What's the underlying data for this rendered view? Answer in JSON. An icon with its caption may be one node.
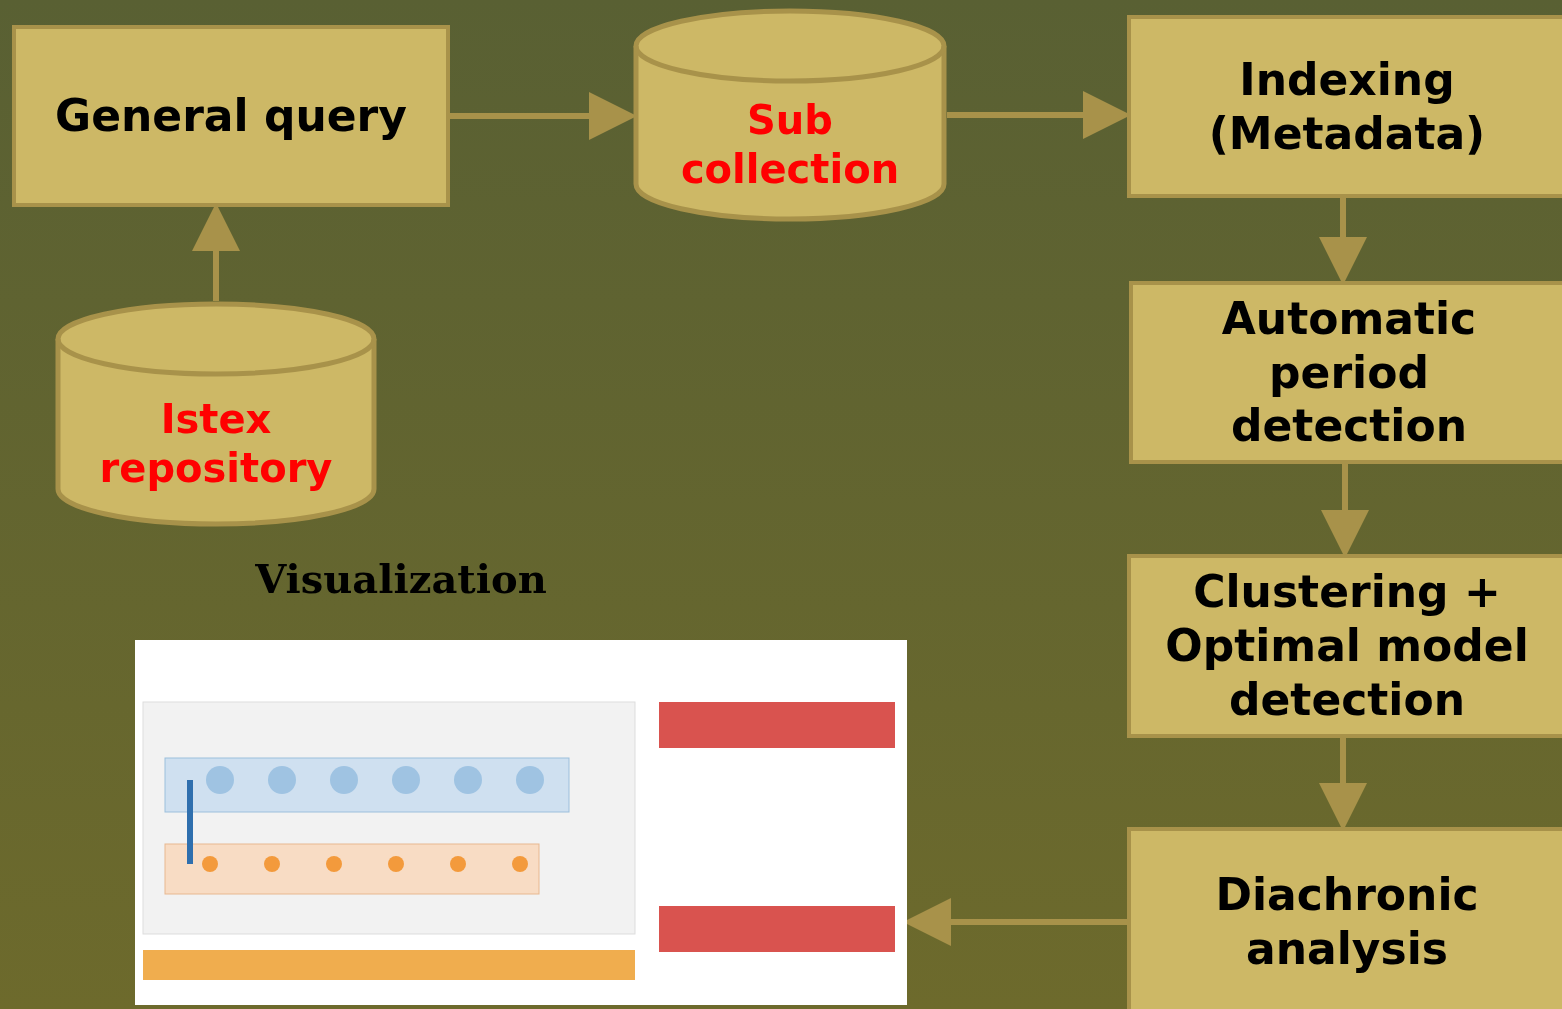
{
  "diagram": {
    "nodes": [
      {
        "text": [
          "General query"
        ]
      },
      {
        "text": [
          "Sub collection"
        ]
      },
      {
        "text": [
          "Indexing (Metadata)"
        ]
      },
      {
        "text": [
          "Istex repository"
        ]
      },
      {
        "text": [
          "Automatic period detection"
        ]
      },
      {
        "text": [
          "Clustering + Optimal model detection"
        ]
      },
      {
        "text": [
          "Diachronic analysis"
        ]
      },
      {
        "text": [
          "Visualization"
        ]
      }
    ],
    "edges": [
      {
        "from": 0,
        "to": 1,
        "arrow": "to"
      },
      {
        "from": 1,
        "to": 2,
        "arrow": "to"
      },
      {
        "from": 3,
        "to": 0,
        "arrow": "to"
      },
      {
        "from": 2,
        "to": 4,
        "arrow": "to"
      },
      {
        "from": 4,
        "to": 5,
        "arrow": "to"
      },
      {
        "from": 5,
        "to": 6,
        "arrow": "to"
      },
      {
        "from": 6,
        "to": 7,
        "arrow": "to"
      }
    ]
  }
}
